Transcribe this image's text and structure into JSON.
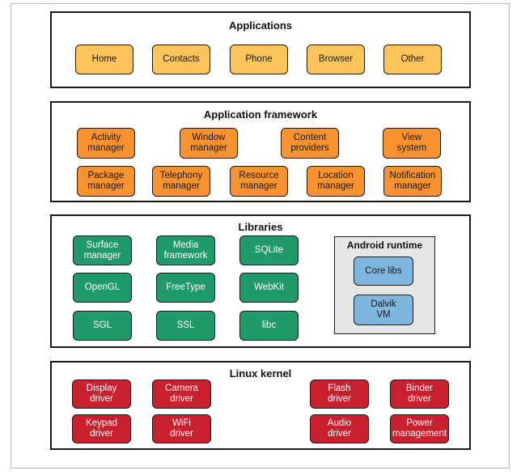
{
  "layers": {
    "applications": {
      "title": "Applications",
      "items": [
        "Home",
        "Contacts",
        "Phone",
        "Browser",
        "Other"
      ]
    },
    "framework": {
      "title": "Application framework",
      "row1": [
        "Activity\nmanager",
        "Window\nmanager",
        "Content\nproviders",
        "View\nsystem"
      ],
      "row2": [
        "Package\nmanager",
        "Telephony\nmanager",
        "Resource\nmanager",
        "Location\nmanager",
        "Notification\nmanager"
      ]
    },
    "libraries": {
      "title": "Libraries",
      "items": [
        "Surface\nmanager",
        "Media\nframework",
        "SQLite",
        "OpenGL",
        "FreeType",
        "WebKit",
        "SGL",
        "SSL",
        "libc"
      ],
      "runtime": {
        "title": "Android runtime",
        "items": [
          "Core libs",
          "Dalvik\nVM"
        ]
      }
    },
    "kernel": {
      "title": "Linux kernel",
      "items": [
        "Display\ndriver",
        "Camera\ndriver",
        "Flash\ndriver",
        "Binder\ndriver",
        "Keypad\ndriver",
        "WiFi\ndriver",
        "Audio\ndriver",
        "Power\nmanagement"
      ]
    }
  },
  "colors": {
    "applications": "#fcc45b",
    "framework": "#f7922e",
    "libraries": "#1f9a6b",
    "runtime": "#7fb6de",
    "kernel": "#c8202e"
  }
}
